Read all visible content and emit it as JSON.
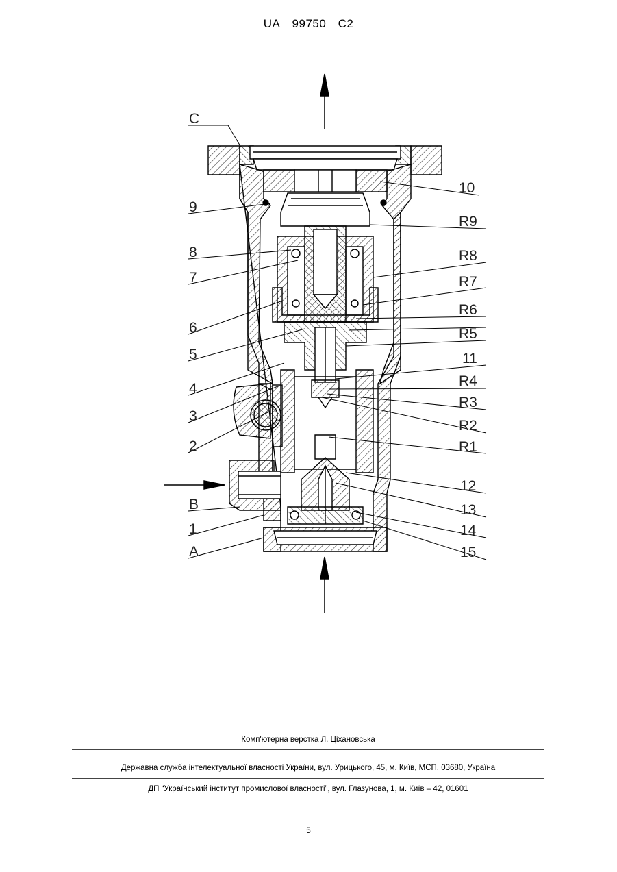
{
  "header": {
    "country": "UA",
    "number": "99750",
    "kind": "C2"
  },
  "drawing": {
    "labels_left": [
      "C",
      "9",
      "8",
      "7",
      "6",
      "5",
      "4",
      "3",
      "2",
      "B",
      "1",
      "A"
    ],
    "labels_right": [
      "10",
      "R9",
      "R8",
      "R7",
      "R6",
      "R5",
      "11",
      "R4",
      "R3",
      "R2",
      "R1",
      "12",
      "13",
      "14",
      "15"
    ]
  },
  "footer": {
    "typesetter": "Комп'ютерна верстка Л. Ціхановська",
    "office": "Державна служба інтелектуальної власності України, вул. Урицького, 45, м. Київ, МСП, 03680, Україна",
    "institute": "ДП “Український інститут промислової власності”, вул. Глазунова, 1, м. Київ – 42, 01601"
  },
  "page_number": "5"
}
